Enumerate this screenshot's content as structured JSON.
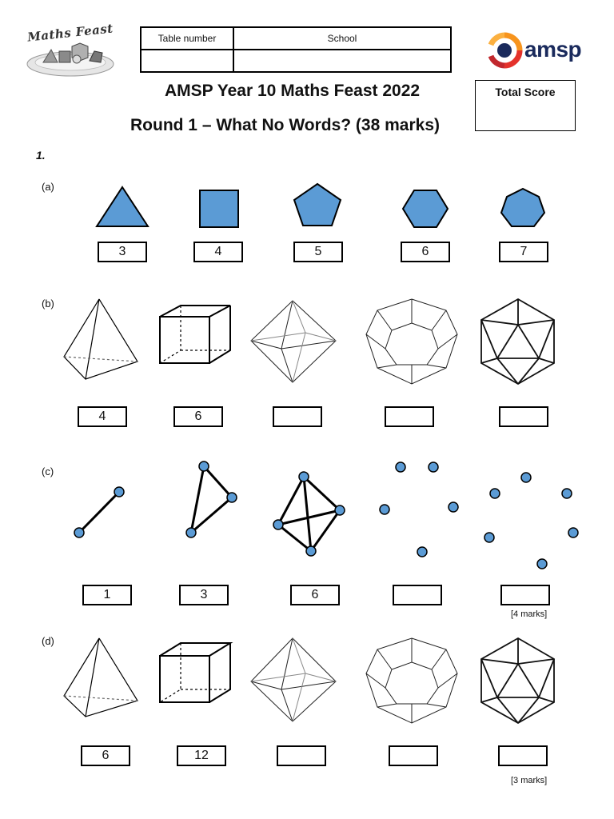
{
  "header": {
    "feast_logo_text": "Maths Feast",
    "table_number_label": "Table number",
    "school_label": "School",
    "amsp_logo_text": "amsp",
    "title": "AMSP Year 10 Maths Feast 2022",
    "round_title": "Round 1 – What No Words? (38 marks)",
    "total_score_label": "Total Score"
  },
  "question": {
    "number": "1.",
    "parts": {
      "a": {
        "label": "(a)",
        "answers": [
          "3",
          "4",
          "5",
          "6",
          "7"
        ]
      },
      "b": {
        "label": "(b)",
        "answers": [
          "4",
          "6",
          "",
          "",
          ""
        ]
      },
      "c": {
        "label": "(c)",
        "answers": [
          "1",
          "3",
          "6",
          "",
          ""
        ],
        "marks": "[4 marks]"
      },
      "d": {
        "label": "(d)",
        "answers": [
          "6",
          "12",
          "",
          "",
          ""
        ],
        "marks": "[3 marks]"
      }
    }
  },
  "colors": {
    "shape_fill": "#5b9bd5",
    "stroke": "#000000"
  }
}
